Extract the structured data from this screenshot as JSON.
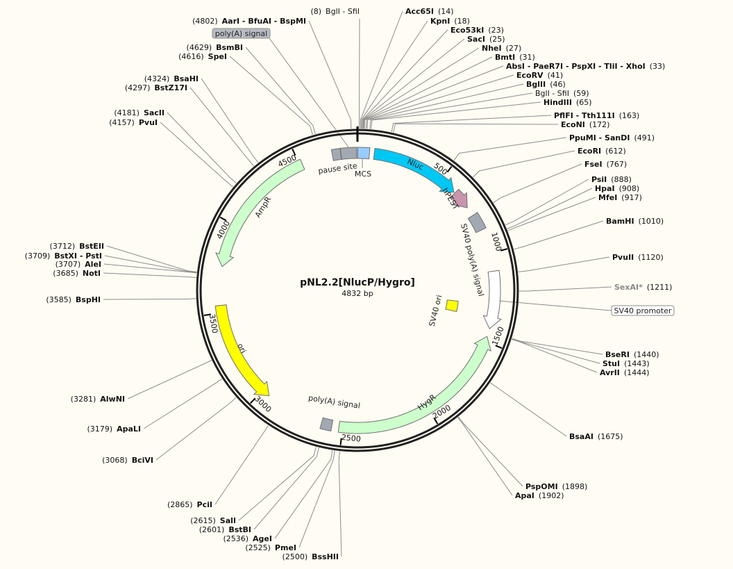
{
  "plasmid": {
    "name": "pNL2.2[NlucP/Hygro]",
    "length_label": "4832 bp",
    "length": 4832
  },
  "ticks": [
    {
      "bp": 500,
      "label": "500"
    },
    {
      "bp": 1000,
      "label": "1000"
    },
    {
      "bp": 1500,
      "label": "1500"
    },
    {
      "bp": 2000,
      "label": "2000"
    },
    {
      "bp": 2500,
      "label": "2500"
    },
    {
      "bp": 3000,
      "label": "3000"
    },
    {
      "bp": 3500,
      "label": "3500"
    },
    {
      "bp": 4000,
      "label": "4000"
    },
    {
      "bp": 4500,
      "label": "4500"
    }
  ],
  "features": [
    {
      "name": "pause site",
      "start": 4691,
      "end": 4738,
      "color": "#a3a9b2",
      "dir": "none"
    },
    {
      "name": "",
      "start": 4740,
      "end": 4828,
      "color": "#a3a9b2",
      "dir": "none"
    },
    {
      "name": "MCS",
      "start": 1,
      "end": 67,
      "color": "#99ccff",
      "dir": "none"
    },
    {
      "name": "Nluc",
      "start": 94,
      "end": 598,
      "color": "#00c8f5",
      "dir": "cw"
    },
    {
      "name": "hPEST",
      "start": 604,
      "end": 712,
      "color": "#c995ae",
      "dir": "cw"
    },
    {
      "name": "SV40 poly(A) signal",
      "start": 765,
      "end": 860,
      "color": "#a3a9b2",
      "dir": "none"
    },
    {
      "name": "",
      "start": 1100,
      "end": 1425,
      "color": "#ffffff",
      "dir": "cw"
    },
    {
      "name": "SV40 ori",
      "start": 1290,
      "end": 1370,
      "color": "#ffff00",
      "dir": "none",
      "inner": true
    },
    {
      "name": "HygR",
      "start": 1470,
      "end": 2520,
      "color": "#ccffcc",
      "dir": "ccw"
    },
    {
      "name": "poly(A) signal",
      "start": 2560,
      "end": 2620,
      "color": "#a3a9b2",
      "dir": "none"
    },
    {
      "name": "ori",
      "start": 2953,
      "end": 3540,
      "color": "#ffff00",
      "dir": "ccw"
    },
    {
      "name": "AmpR",
      "start": 3758,
      "end": 4515,
      "color": "#ccffcc",
      "dir": "ccw"
    }
  ],
  "boxed_labels": [
    {
      "text": "poly(A) signal",
      "fill": "#b8bcc2"
    },
    {
      "text": "SV40 promoter",
      "fill": "#ffffff"
    }
  ],
  "enzymes": [
    {
      "name": "BglI - SfiI",
      "pos": 8,
      "style": "normal"
    },
    {
      "name": "Acc65I",
      "pos": 14,
      "style": "bold"
    },
    {
      "name": "KpnI",
      "pos": 18,
      "style": "bold"
    },
    {
      "name": "Eco53kI",
      "pos": 23,
      "style": "bold"
    },
    {
      "name": "SacI",
      "pos": 25,
      "style": "bold"
    },
    {
      "name": "NheI",
      "pos": 27,
      "style": "bold"
    },
    {
      "name": "BmtI",
      "pos": 31,
      "style": "bold"
    },
    {
      "name": "AbsI - PaeR7I - PspXI - TliI - XhoI",
      "pos": 33,
      "style": "bold"
    },
    {
      "name": "EcoRV",
      "pos": 41,
      "style": "bold"
    },
    {
      "name": "BglII",
      "pos": 46,
      "style": "bold"
    },
    {
      "name": "BglI - SfiI",
      "pos": 59,
      "style": "normal"
    },
    {
      "name": "HindIII",
      "pos": 65,
      "style": "bold"
    },
    {
      "name": "PflFI - Tth111I",
      "pos": 163,
      "style": "bold"
    },
    {
      "name": "EcoNI",
      "pos": 172,
      "style": "bold"
    },
    {
      "name": "PpuMI - SanDI",
      "pos": 491,
      "style": "bold"
    },
    {
      "name": "EcoRI",
      "pos": 612,
      "style": "bold"
    },
    {
      "name": "FseI",
      "pos": 767,
      "style": "bold"
    },
    {
      "name": "PsiI",
      "pos": 888,
      "style": "bold"
    },
    {
      "name": "HpaI",
      "pos": 908,
      "style": "bold"
    },
    {
      "name": "MfeI",
      "pos": 917,
      "style": "bold"
    },
    {
      "name": "BamHI",
      "pos": 1010,
      "style": "bold"
    },
    {
      "name": "PvuII",
      "pos": 1120,
      "style": "bold"
    },
    {
      "name": "SexAI*",
      "pos": 1211,
      "style": "gray"
    },
    {
      "name": "BseRI",
      "pos": 1440,
      "style": "bold"
    },
    {
      "name": "StuI",
      "pos": 1443,
      "style": "bold"
    },
    {
      "name": "AvrII",
      "pos": 1444,
      "style": "bold"
    },
    {
      "name": "BsaAI",
      "pos": 1675,
      "style": "bold"
    },
    {
      "name": "PspOMI",
      "pos": 1898,
      "style": "bold"
    },
    {
      "name": "ApaI",
      "pos": 1902,
      "style": "bold"
    },
    {
      "name": "BssHII",
      "pos": 2500,
      "style": "bold"
    },
    {
      "name": "PmeI",
      "pos": 2525,
      "style": "bold"
    },
    {
      "name": "AgeI",
      "pos": 2536,
      "style": "bold"
    },
    {
      "name": "BstBI",
      "pos": 2601,
      "style": "bold"
    },
    {
      "name": "SalI",
      "pos": 2615,
      "style": "bold"
    },
    {
      "name": "PciI",
      "pos": 2865,
      "style": "bold"
    },
    {
      "name": "BciVI",
      "pos": 3068,
      "style": "bold"
    },
    {
      "name": "ApaLI",
      "pos": 3179,
      "style": "bold"
    },
    {
      "name": "AlwNI",
      "pos": 3281,
      "style": "bold"
    },
    {
      "name": "BspHI",
      "pos": 3585,
      "style": "bold"
    },
    {
      "name": "NotI",
      "pos": 3685,
      "style": "bold"
    },
    {
      "name": "AleI",
      "pos": 3707,
      "style": "bold"
    },
    {
      "name": "BstXI - PstI",
      "pos": 3709,
      "style": "bold"
    },
    {
      "name": "BstEII",
      "pos": 3712,
      "style": "bold"
    },
    {
      "name": "PvuI",
      "pos": 4157,
      "style": "bold"
    },
    {
      "name": "SacII",
      "pos": 4181,
      "style": "bold"
    },
    {
      "name": "BstZ17I",
      "pos": 4297,
      "style": "bold"
    },
    {
      "name": "BsaHI",
      "pos": 4324,
      "style": "bold"
    },
    {
      "name": "SpeI",
      "pos": 4616,
      "style": "bold"
    },
    {
      "name": "BsmBI",
      "pos": 4629,
      "style": "bold"
    },
    {
      "name": "AarI - BfuAI - BspMI",
      "pos": 4802,
      "style": "bold"
    }
  ]
}
